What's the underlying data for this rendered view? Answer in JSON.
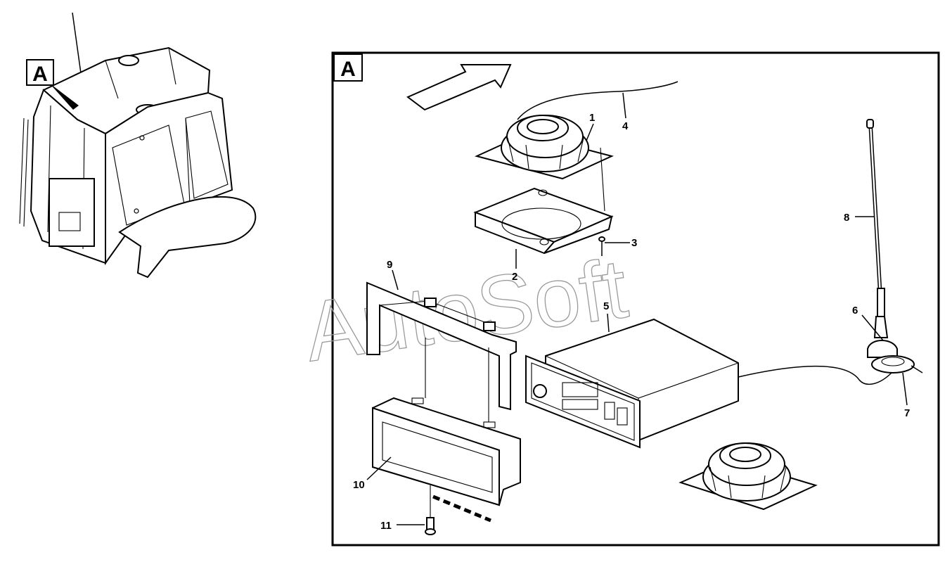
{
  "view_tag_overview": "A",
  "view_tag_detail": "A",
  "watermark": "AutoSoft",
  "callouts": {
    "c1": "1",
    "c2": "2",
    "c3": "3",
    "c4": "4",
    "c5": "5",
    "c6": "6",
    "c7": "7",
    "c8": "8",
    "c9": "9",
    "c10": "10",
    "c11": "11"
  }
}
